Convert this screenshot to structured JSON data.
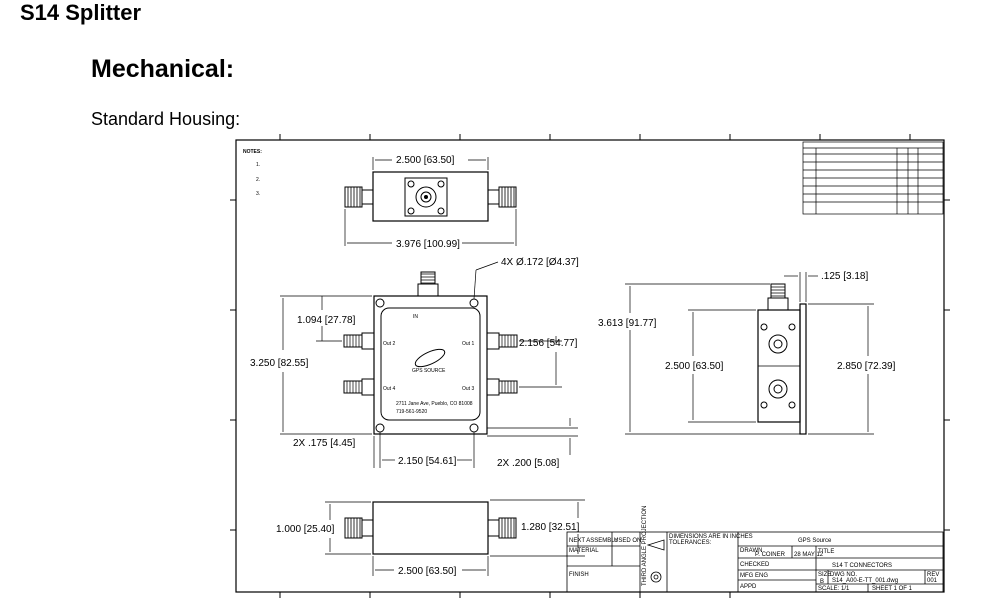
{
  "page": {
    "title": "S14 Splitter",
    "section": "Mechanical:",
    "caption": "Standard Housing:"
  },
  "drawing": {
    "notes_title": "NOTES:",
    "notes": [
      "1.",
      "2.",
      "3."
    ],
    "dims": {
      "top_width": "2.500 [63.50]",
      "overall_length": "3.976 [100.99]",
      "hole_callout": "4X Ø.172 [Ø4.37]",
      "left_small": "1.094 [27.78]",
      "left_total": "3.250 [82.55]",
      "port_spacing": "2.156 [54.77]",
      "edge_offset": "2X .175 [4.45]",
      "hole_spacing": "2.150 [54.61]",
      "bottom_offset": "2X .200 [5.08]",
      "side_flange": ".125 [3.18]",
      "side_overall": "3.613 [91.77]",
      "side_body": "2.500 [63.50]",
      "side_right": "2.850 [72.39]",
      "bottom_height": "1.000 [25.40]",
      "bottom_total": "1.280 [32.51]",
      "bottom_width": "2.500 [63.50]"
    },
    "label": {
      "port_in": "IN",
      "port1": "Out 1",
      "port2": "Out 2",
      "port3": "Out 3",
      "port4": "Out 4",
      "logo": "GPS SOURCE",
      "address": "2711 Jane Ave, Pueblo, CO 81008",
      "phone": "719-561-9520"
    },
    "title_block": {
      "company": "GPS Source",
      "drawn_label": "DRAWN",
      "drawn_by": "P. COINER",
      "date": "28 MAY 12",
      "checked": "CHECKED",
      "title_label": "TITLE",
      "title": "S14 T CONNECTORS",
      "size_label": "SIZE",
      "size": "B",
      "dwg_label": "DWG NO.",
      "dwg": "S14_A00-E-TT_001.dwg",
      "rev_label": "REV",
      "rev": "001",
      "scale": "SCALE: 1/1",
      "sheet": "SHEET 1 OF 1",
      "material": "MATERIAL",
      "finish": "FINISH",
      "used_on": "USED ON",
      "next_assy": "NEXT ASSEMBLY",
      "mfg_eng": "MFG ENG",
      "appd": "APPD",
      "third_angle": "THIRD ANGLE PROJECTION",
      "dim_note": "DIMENSIONS ARE IN INCHES",
      "tolerances": "TOLERANCES:"
    }
  }
}
